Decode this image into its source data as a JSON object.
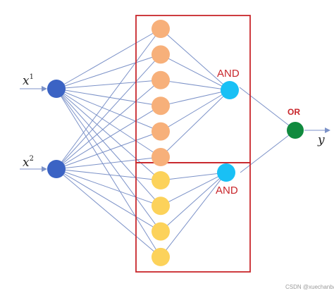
{
  "inputs": [
    {
      "name": "x",
      "superscript": "1"
    },
    {
      "name": "x",
      "superscript": "2"
    }
  ],
  "output": {
    "label": "y"
  },
  "gates": {
    "top": "AND",
    "bottom": "AND",
    "final": "OR"
  },
  "hidden_groups": {
    "top_count": 6,
    "bottom_count": 4
  },
  "watermark": "CSDN @xuechanba",
  "colors": {
    "input_node": "#3b63c4",
    "hidden_top_node": "#f7b07a",
    "hidden_bottom_node": "#fcd25a",
    "and_node": "#19c0f5",
    "or_node": "#108a3e",
    "edge": "#7c92c8",
    "box": "#c8262b",
    "gate_text": "#c8262b",
    "or_text": "#c8262b"
  }
}
